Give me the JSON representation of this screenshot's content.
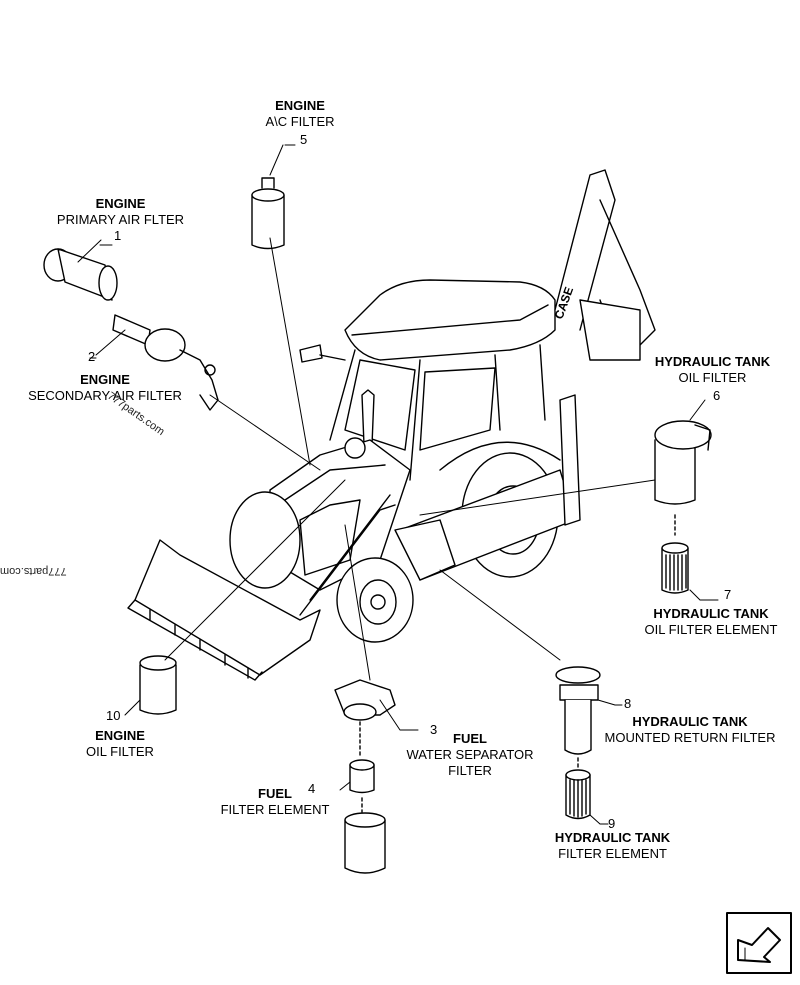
{
  "callouts": {
    "c1": {
      "num": "1",
      "title": "ENGINE",
      "desc": "PRIMARY AIR FLTER"
    },
    "c2": {
      "num": "2",
      "title": "ENGINE",
      "desc": "SECONDARY AIR FILTER"
    },
    "c3": {
      "num": "3",
      "title": "FUEL",
      "desc1": "WATER SEPARATOR",
      "desc2": "FILTER"
    },
    "c4": {
      "num": "4",
      "title": "FUEL",
      "desc": "FILTER ELEMENT"
    },
    "c5": {
      "num": "5",
      "title": "ENGINE",
      "desc": "A\\C FILTER"
    },
    "c6": {
      "num": "6",
      "title": "HYDRAULIC TANK",
      "desc": "OIL FILTER"
    },
    "c7": {
      "num": "7",
      "title": "HYDRAULIC TANK",
      "desc": "OIL FILTER ELEMENT"
    },
    "c8": {
      "num": "8",
      "title": "HYDRAULIC TANK",
      "desc": "MOUNTED RETURN FILTER"
    },
    "c9": {
      "num": "9",
      "title": "HYDRAULIC TANK",
      "desc": "FILTER ELEMENT"
    },
    "c10": {
      "num": "10",
      "title": "ENGINE",
      "desc": "OIL FILTER"
    }
  },
  "watermarks": {
    "wm1": "777parts.com",
    "wm2": "777parts.com"
  },
  "brand": "CASE",
  "colors": {
    "line": "#000000",
    "background": "#ffffff"
  },
  "icons": {
    "nav": "next-page-arrow-icon"
  }
}
